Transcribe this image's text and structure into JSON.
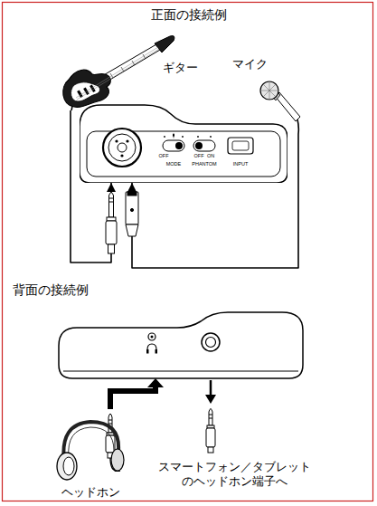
{
  "diagram": {
    "nodes": [
      {
        "text": [
          "ギター"
        ]
      },
      {
        "text": [
          "マイク"
        ]
      },
      {
        "text": [
          "OFF",
          "MODE",
          "OFF",
          "ON",
          "PHANTOM",
          "INPUT"
        ]
      }
    ],
    "edges": [
      {
        "from": 0,
        "to": 2,
        "arrow": "to"
      },
      {
        "from": 1,
        "to": 2,
        "arrow": "to"
      }
    ],
    "labels": [
      "正面の接続例",
      "背面の接続例",
      "ヘッドホン",
      "スマートフォン／タブレット のヘッドホン端子へ"
    ]
  }
}
